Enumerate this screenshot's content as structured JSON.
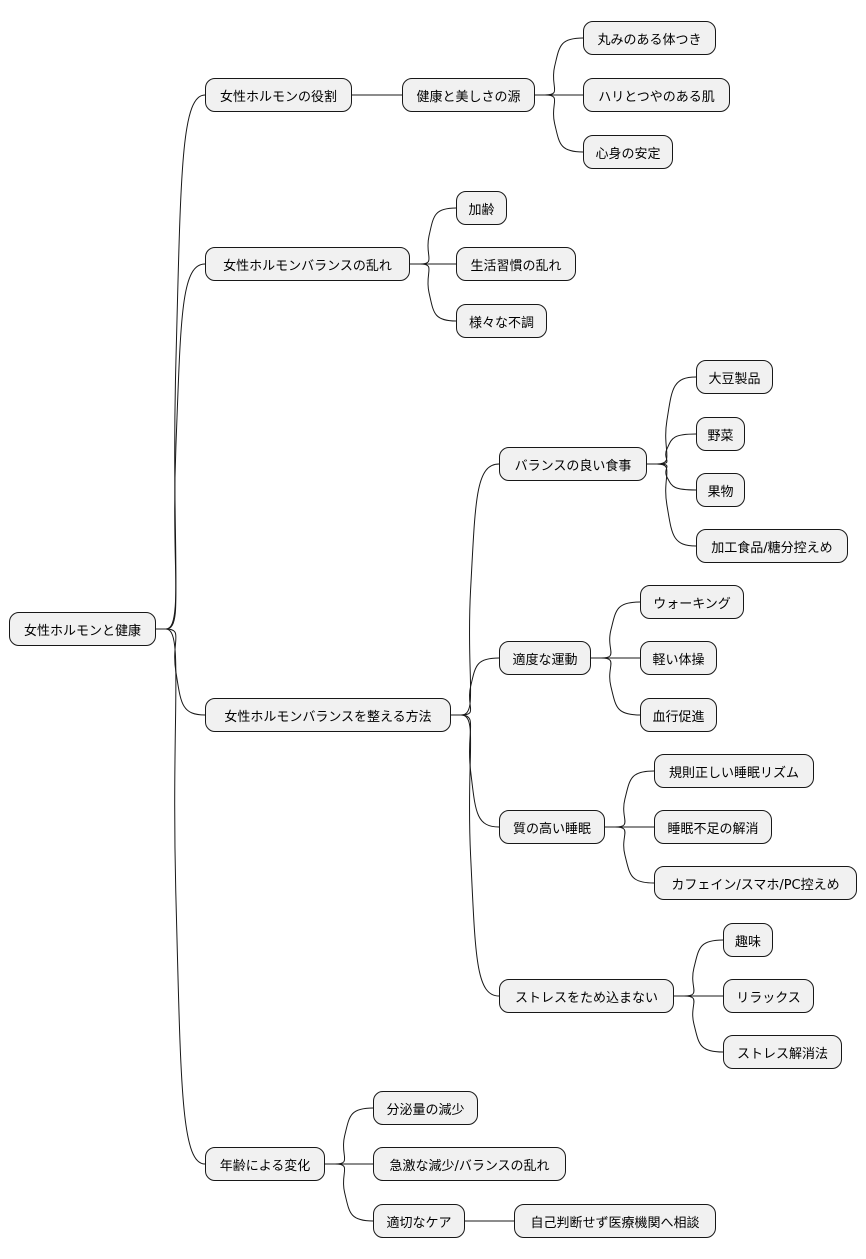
{
  "mindmap": {
    "root": {
      "label": "女性ホルモンと健康"
    },
    "branch_role": {
      "label": "女性ホルモンの役割",
      "child": {
        "label": "健康と美しさの源",
        "leaves": [
          "丸みのある体つき",
          "ハリとつやのある肌",
          "心身の安定"
        ]
      }
    },
    "branch_imbalance": {
      "label": "女性ホルモンバランスの乱れ",
      "leaves": [
        "加齢",
        "生活習慣の乱れ",
        "様々な不調"
      ]
    },
    "branch_methods": {
      "label": "女性ホルモンバランスを整える方法",
      "diet": {
        "label": "バランスの良い食事",
        "leaves": [
          "大豆製品",
          "野菜",
          "果物",
          "加工食品/糖分控えめ"
        ]
      },
      "exercise": {
        "label": "適度な運動",
        "leaves": [
          "ウォーキング",
          "軽い体操",
          "血行促進"
        ]
      },
      "sleep": {
        "label": "質の高い睡眠",
        "leaves": [
          "規則正しい睡眠リズム",
          "睡眠不足の解消",
          "カフェイン/スマホ/PC控えめ"
        ]
      },
      "stress": {
        "label": "ストレスをため込まない",
        "leaves": [
          "趣味",
          "リラックス",
          "ストレス解消法"
        ]
      }
    },
    "branch_age": {
      "label": "年齢による変化",
      "leaves": [
        "分泌量の減少",
        "急激な減少/バランスの乱れ"
      ],
      "care": {
        "label": "適切なケア",
        "child": "自己判断せず医療機関へ相談"
      }
    }
  }
}
